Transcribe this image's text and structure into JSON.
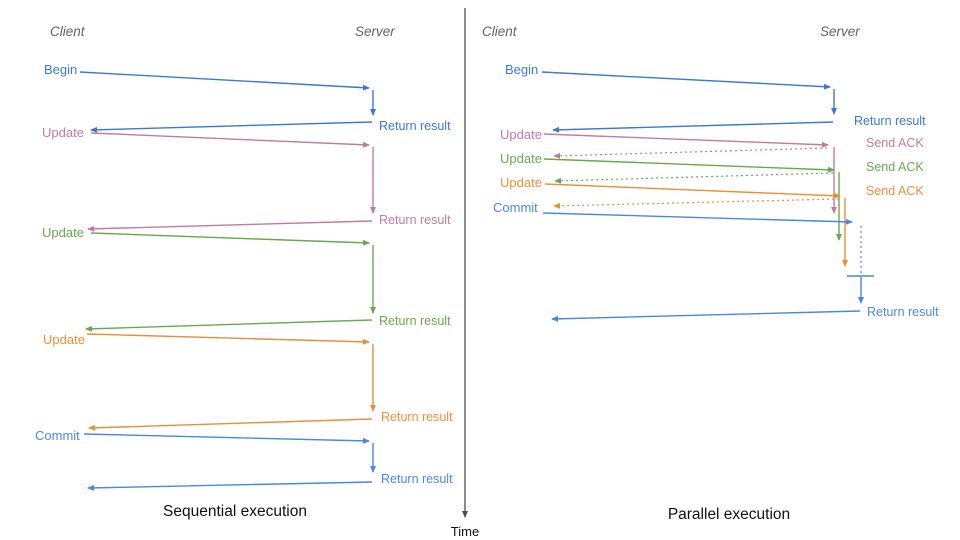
{
  "colors": {
    "blue_begin": "#3c78d8",
    "blue_commit": "#4a86e8",
    "pink": "#c27ba0",
    "green": "#6aa84f",
    "orange": "#e69138",
    "axis": "#4d4d4d",
    "header": "#5f6368",
    "caption": "#111111"
  },
  "time_axis_label": "Time",
  "panels": [
    {
      "caption": "Sequential execution",
      "client_header": "Client",
      "server_header": "Server",
      "messages": [
        {
          "label": "Begin",
          "response": "Return result",
          "color": "#3c78d8"
        },
        {
          "label": "Update",
          "response": "Return result",
          "color": "#c27ba0"
        },
        {
          "label": "Update",
          "response": "Return result",
          "color": "#6aa84f"
        },
        {
          "label": "Update",
          "response": "Return result",
          "color": "#e69138"
        },
        {
          "label": "Commit",
          "response": "Return result",
          "color": "#4a86e8"
        }
      ]
    },
    {
      "caption": "Parallel execution",
      "client_header": "Client",
      "server_header": "Server",
      "messages": [
        {
          "label": "Begin",
          "response": "Return result",
          "color": "#3c78d8"
        },
        {
          "label": "Update",
          "response": "Send ACK",
          "color": "#c27ba0"
        },
        {
          "label": "Update",
          "response": "Send ACK",
          "color": "#6aa84f"
        },
        {
          "label": "Update",
          "response": "Send ACK",
          "color": "#e69138"
        },
        {
          "label": "Commit",
          "response": "Return result",
          "color": "#4a86e8"
        }
      ]
    }
  ]
}
